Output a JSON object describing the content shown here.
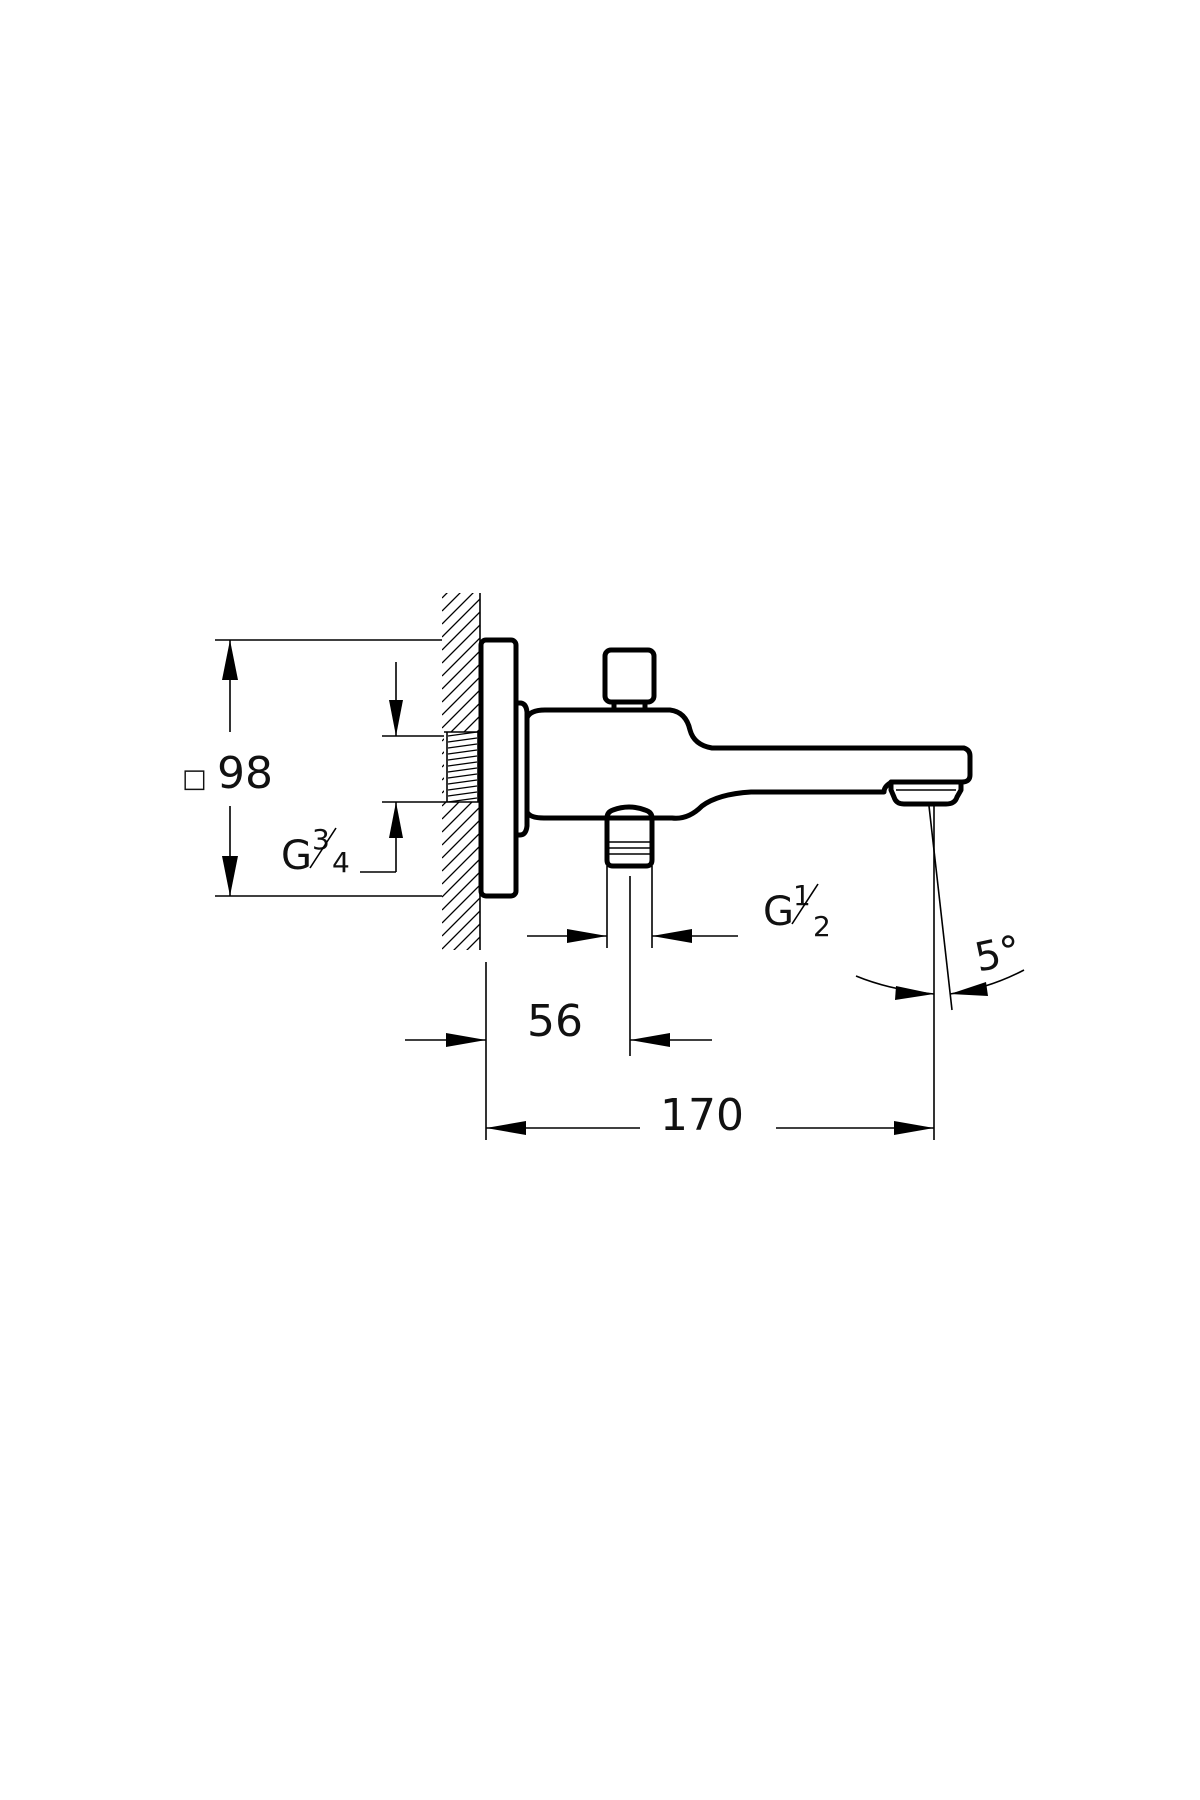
{
  "diagram": {
    "type": "technical-drawing",
    "subject": "wall-mounted bath spout with diverter, side view",
    "dimensions": {
      "rosette_square_symbol": "□",
      "rosette_square": "98",
      "projection": "170",
      "diverter_offset": "56",
      "spout_angle": "5°"
    },
    "threads": {
      "wall_inlet": {
        "prefix": "G",
        "numerator": "3",
        "denominator": "4"
      },
      "outlet": {
        "prefix": "G",
        "numerator": "1",
        "denominator": "2"
      }
    },
    "colors": {
      "line": "#000000",
      "background": "#ffffff"
    }
  }
}
